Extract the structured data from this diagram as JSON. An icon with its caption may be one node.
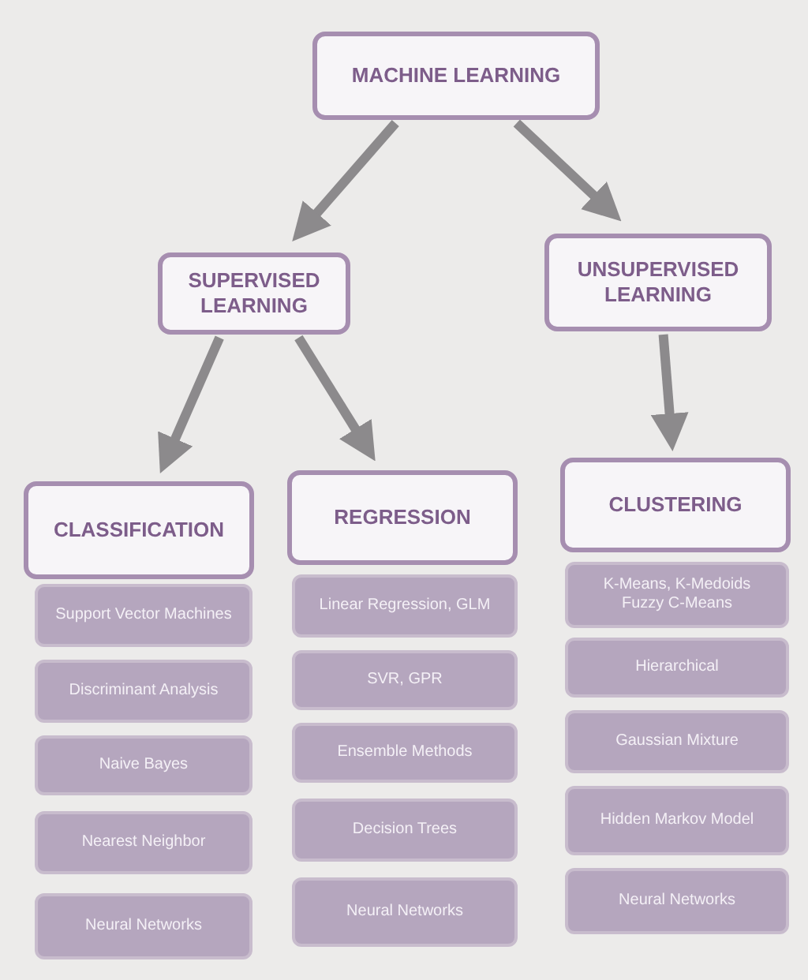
{
  "diagram": {
    "nodes": [
      {
        "text": [
          "MACHINE LEARNING"
        ]
      },
      {
        "text": [
          "SUPERVISED LEARNING"
        ]
      },
      {
        "text": [
          "UNSUPERVISED LEARNING"
        ]
      },
      {
        "text": [
          "CLASSIFICATION"
        ]
      },
      {
        "text": [
          "REGRESSION"
        ]
      },
      {
        "text": [
          "CLUSTERING"
        ]
      },
      {
        "text": [
          "Support Vector Machines"
        ]
      },
      {
        "text": [
          "Discriminant Analysis"
        ]
      },
      {
        "text": [
          "Naive Bayes"
        ]
      },
      {
        "text": [
          "Nearest Neighbor"
        ]
      },
      {
        "text": [
          "Neural Networks"
        ]
      },
      {
        "text": [
          "Linear Regression, GLM"
        ]
      },
      {
        "text": [
          "SVR, GPR"
        ]
      },
      {
        "text": [
          "Ensemble Methods"
        ]
      },
      {
        "text": [
          "Decision Trees"
        ]
      },
      {
        "text": [
          "Neural Networks"
        ]
      },
      {
        "text": [
          "K-Means, K-Medoids Fuzzy C-Means"
        ]
      },
      {
        "text": [
          "Hierarchical"
        ]
      },
      {
        "text": [
          "Gaussian Mixture"
        ]
      },
      {
        "text": [
          "Hidden Markov Model"
        ]
      },
      {
        "text": [
          "Neural Networks"
        ]
      }
    ],
    "edges": [
      {
        "from": 0,
        "to": 1,
        "arrow": "to"
      },
      {
        "from": 0,
        "to": 2,
        "arrow": "to"
      },
      {
        "from": 1,
        "to": 3,
        "arrow": "to"
      },
      {
        "from": 1,
        "to": 4,
        "arrow": "to"
      },
      {
        "from": 2,
        "to": 5,
        "arrow": "to"
      }
    ]
  }
}
